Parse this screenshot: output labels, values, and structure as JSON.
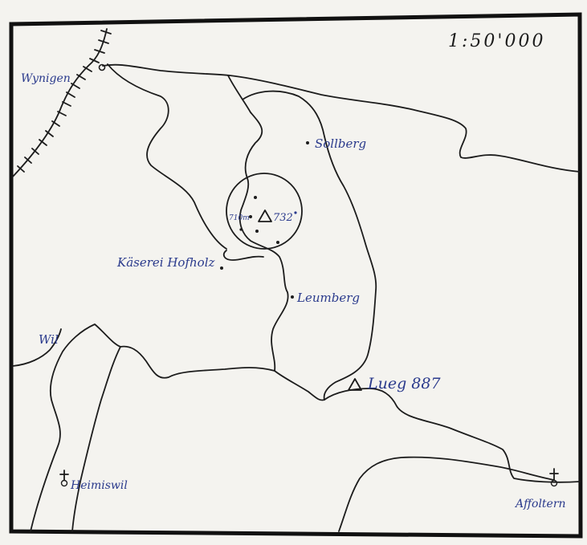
{
  "map": {
    "scale": "1:50'000",
    "places": {
      "wynigen": "Wynigen",
      "sollberg": "Sollberg",
      "kaeserei": "Käserei Hofholz",
      "leumberg": "Leumberg",
      "lueg": "Lueg 887",
      "wil": "Wil",
      "heimiswil": "Heimiswil",
      "affoltern": "Affoltern"
    },
    "summit": {
      "label": "732",
      "contour": "710m"
    },
    "colors": {
      "ink": "#1c1c1c",
      "labels": "#2a3a8c",
      "paper": "#f4f3ef"
    },
    "symbols": [
      "railway-line",
      "church-symbol",
      "triangulation-point",
      "summit-circle"
    ]
  }
}
